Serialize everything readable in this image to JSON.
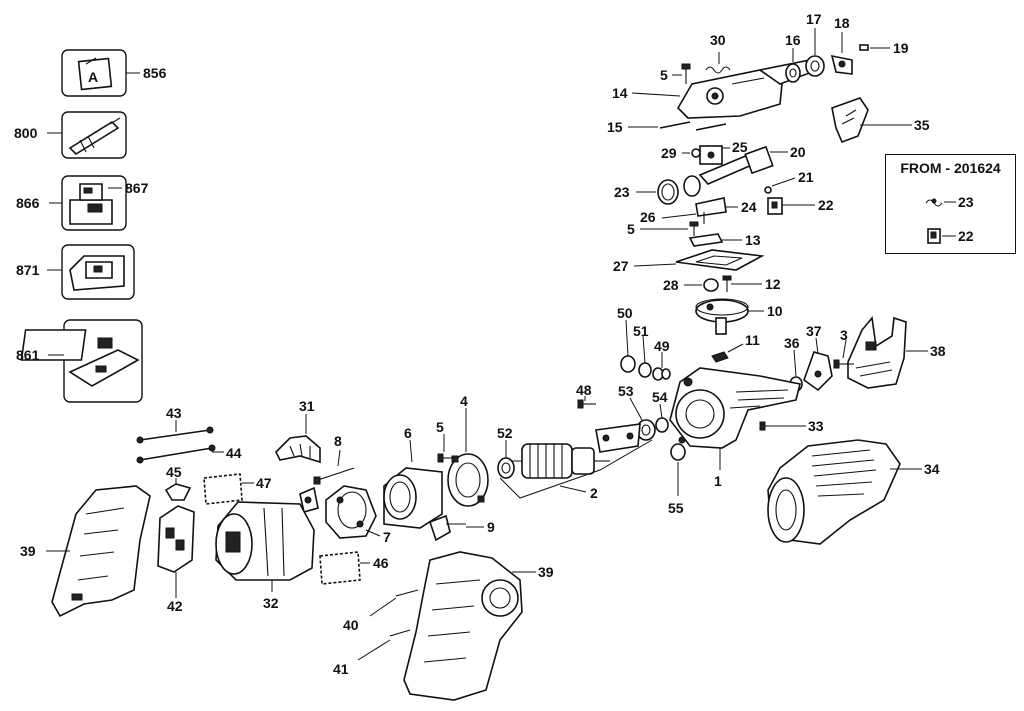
{
  "callouts": {
    "c1": "1",
    "c2": "2",
    "c3": "3",
    "c4": "4",
    "c5a": "5",
    "c5b": "5",
    "c5c": "5",
    "c6": "6",
    "c7": "7",
    "c8": "8",
    "c9": "9",
    "c10": "10",
    "c11": "11",
    "c12": "12",
    "c13": "13",
    "c14": "14",
    "c15": "15",
    "c16": "16",
    "c17": "17",
    "c18": "18",
    "c19": "19",
    "c20": "20",
    "c21": "21",
    "c22": "22",
    "c23": "23",
    "c24": "24",
    "c25": "25",
    "c26": "26",
    "c27": "27",
    "c28": "28",
    "c29": "29",
    "c30": "30",
    "c31": "31",
    "c32": "32",
    "c33": "33",
    "c34": "34",
    "c35": "35",
    "c36": "36",
    "c37": "37",
    "c38": "38",
    "c39a": "39",
    "c39b": "39",
    "c40": "40",
    "c41": "41",
    "c42": "42",
    "c43": "43",
    "c44": "44",
    "c45": "45",
    "c46": "46",
    "c47": "47",
    "c48": "48",
    "c49": "49",
    "c50": "50",
    "c51": "51",
    "c52": "52",
    "c53": "53",
    "c54": "54",
    "c55": "55",
    "c800": "800",
    "c856": "856",
    "c861": "861",
    "c866": "866",
    "c867": "867",
    "c871": "871"
  },
  "inset": {
    "title": "FROM - 201624",
    "item_a": "23",
    "item_b": "22"
  },
  "manual_icon_letter": "A"
}
